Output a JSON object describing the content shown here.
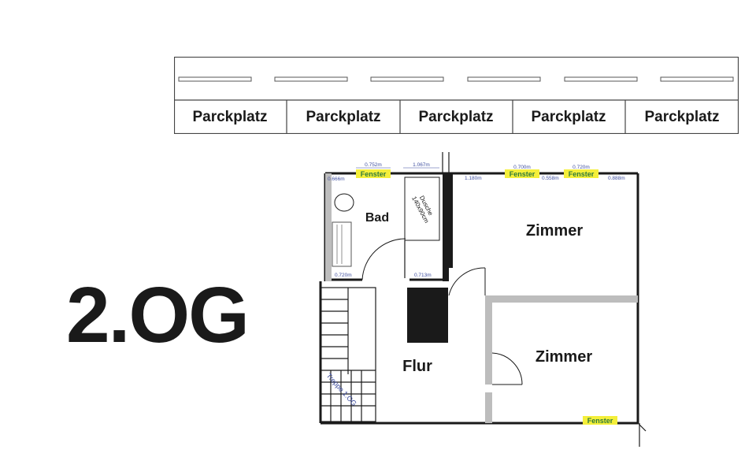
{
  "floor_label": "2.OG",
  "parking": {
    "spots": [
      "Parckplatz",
      "Parckplatz",
      "Parckplatz",
      "Parckplatz",
      "Parckplatz"
    ]
  },
  "rooms": {
    "bad": "Bad",
    "zimmer_1": "Zimmer",
    "zimmer_2": "Zimmer",
    "flur": "Flur"
  },
  "fixtures": {
    "dusche": "Dusche",
    "dusche_size": "140x90cm"
  },
  "windows": [
    "Fenster",
    "Fenster",
    "Fenster",
    "Fenster"
  ],
  "dimensions": {
    "bad_window_width": "0.752m",
    "dusche_width": "1.067m",
    "bad_left": "0.666m",
    "zimmer_window_1": "0.700m",
    "zimmer_window_2": "0.720m",
    "zimmer_left": "1.180m",
    "zimmer_mid": "0.558m",
    "zimmer_right": "0.888m",
    "bad_door": "0.720m",
    "dusche_door": "0.713m"
  },
  "stairs_label": "Treppe 1.OG",
  "colors": {
    "wall": "#1a1a1a",
    "partition": "#bdbdbd",
    "window_fill": "#f4ef3a",
    "window_text": "#2f7a3a",
    "dimension_text": "#3f4fa0"
  }
}
